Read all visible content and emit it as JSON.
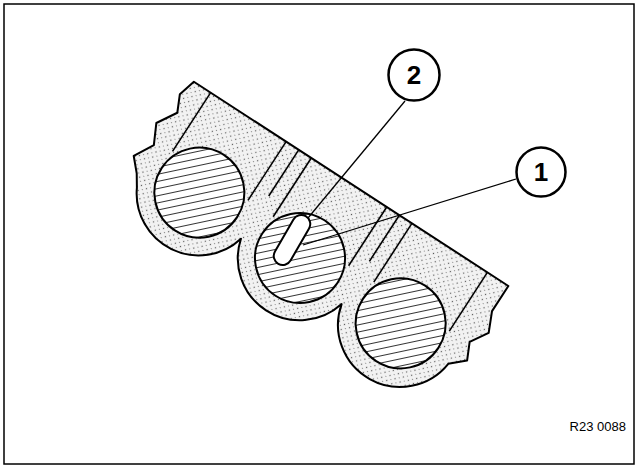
{
  "diagram": {
    "nodes": [
      {
        "text": [
          "2"
        ]
      },
      {
        "text": [
          "1"
        ]
      }
    ],
    "labels": [
      "R23 0088"
    ]
  }
}
